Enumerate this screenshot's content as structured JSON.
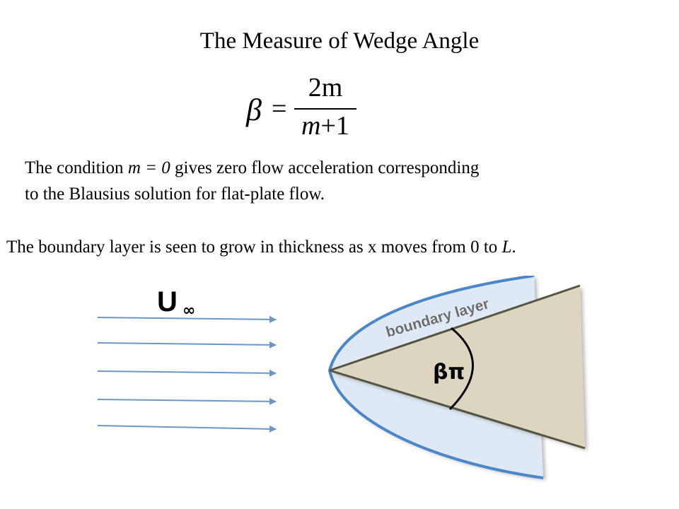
{
  "title": "The Measure of Wedge Angle",
  "formula": {
    "lhs": "β",
    "equals": "=",
    "numerator": "2m",
    "denominator_var": "m",
    "denominator_rest": "+1"
  },
  "paragraph1": {
    "line1_prefix": "The condition ",
    "condition": "m = 0",
    "line1_suffix": " gives zero flow acceleration corresponding",
    "line2": "to the Blausius solution for flat-plate flow."
  },
  "paragraph2": {
    "text": "The boundary layer is seen to grow in thickness as x moves from 0 to ",
    "var": "L",
    "end": "."
  },
  "diagram": {
    "freestream_label": "U",
    "freestream_subscript": "∞",
    "boundary_layer_label": "boundary layer",
    "angle_label": "βπ",
    "arrow_count": 5,
    "colors": {
      "arrow": "#6d96c6",
      "boundary_fill": "#dfe9f5",
      "boundary_edge": "#4a86c8",
      "wedge_fill": "#dcd5c0",
      "wedge_edge": "#555541",
      "label_bg": "#9a9a9a"
    }
  }
}
